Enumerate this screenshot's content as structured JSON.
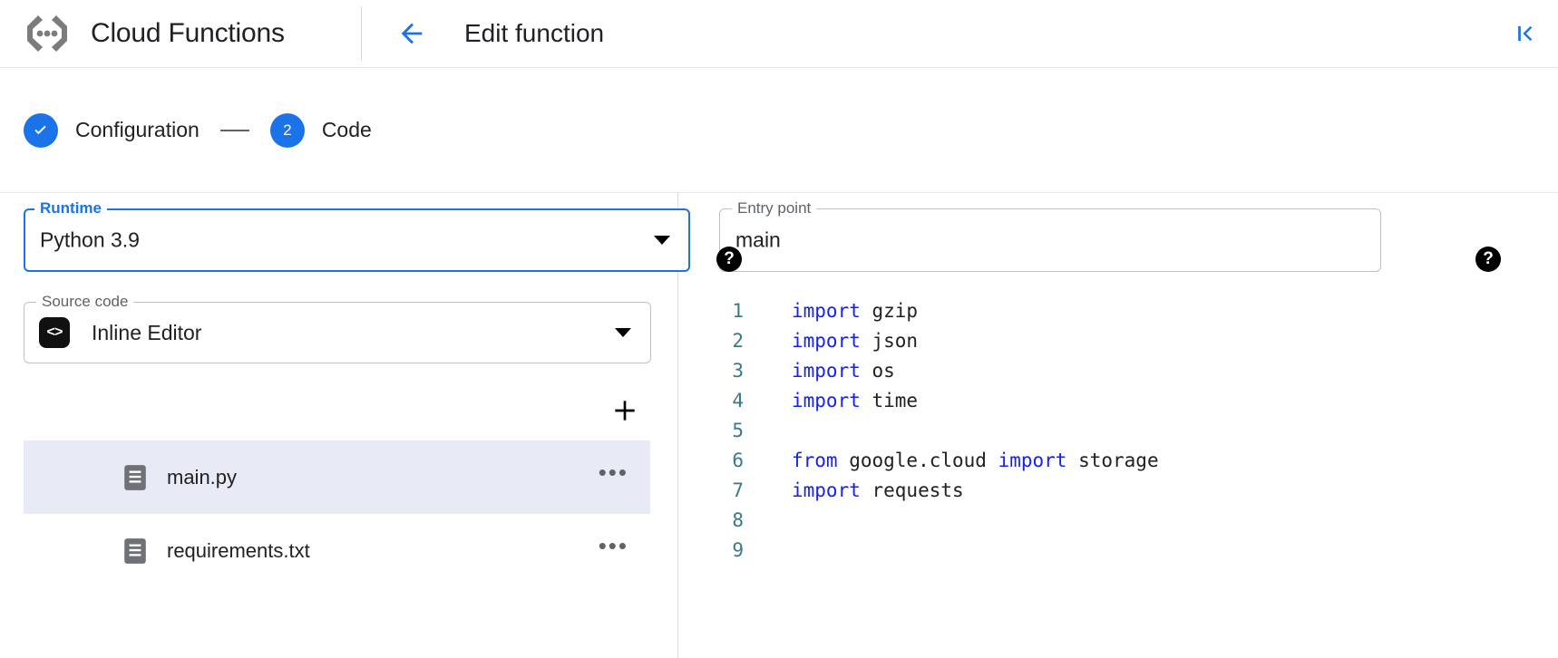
{
  "header": {
    "product_name": "Cloud Functions",
    "logo_icon": "cloud-functions-logo",
    "back_icon": "arrow-left-icon",
    "page_title": "Edit function",
    "collapse_icon": "collapse-panel-icon"
  },
  "stepper": {
    "steps": [
      {
        "marker": "✓",
        "label": "Configuration",
        "state": "completed"
      },
      {
        "marker": "2",
        "label": "Code",
        "state": "active"
      }
    ]
  },
  "form": {
    "runtime": {
      "legend": "Runtime",
      "value": "Python 3.9",
      "focused": true,
      "help_icon": "help-circle-icon",
      "dropdown_icon": "chevron-down-icon"
    },
    "entry_point": {
      "legend": "Entry point",
      "value": "main",
      "focused": false,
      "help_icon": "help-circle-icon"
    },
    "source_code": {
      "legend": "Source code",
      "value": "Inline Editor",
      "badge_icon": "code-brackets-icon",
      "dropdown_icon": "chevron-down-icon"
    }
  },
  "files": {
    "add_icon": "plus-icon",
    "menu_glyph": "•••",
    "items": [
      {
        "name": "main.py",
        "icon": "file-document-icon",
        "selected": true
      },
      {
        "name": "requirements.txt",
        "icon": "file-document-icon",
        "selected": false
      }
    ]
  },
  "editor": {
    "lines": [
      {
        "n": "1",
        "tokens": [
          {
            "t": "import",
            "c": "kw"
          },
          {
            "t": " gzip",
            "c": ""
          }
        ]
      },
      {
        "n": "2",
        "tokens": [
          {
            "t": "import",
            "c": "kw"
          },
          {
            "t": " json",
            "c": ""
          }
        ]
      },
      {
        "n": "3",
        "tokens": [
          {
            "t": "import",
            "c": "kw"
          },
          {
            "t": " os",
            "c": ""
          }
        ]
      },
      {
        "n": "4",
        "tokens": [
          {
            "t": "import",
            "c": "kw"
          },
          {
            "t": " time",
            "c": ""
          }
        ]
      },
      {
        "n": "5",
        "tokens": []
      },
      {
        "n": "6",
        "tokens": [
          {
            "t": "from",
            "c": "kw"
          },
          {
            "t": " google.cloud ",
            "c": ""
          },
          {
            "t": "import",
            "c": "kw"
          },
          {
            "t": " storage",
            "c": ""
          }
        ]
      },
      {
        "n": "7",
        "tokens": [
          {
            "t": "import",
            "c": "kw"
          },
          {
            "t": " requests",
            "c": ""
          }
        ]
      },
      {
        "n": "8",
        "tokens": []
      },
      {
        "n": "9",
        "tokens": []
      }
    ]
  },
  "colors": {
    "accent": "#1a73e8",
    "selected_row": "#e8eaf6",
    "keyword": "#1721f5",
    "line_number": "#3a7a86"
  }
}
